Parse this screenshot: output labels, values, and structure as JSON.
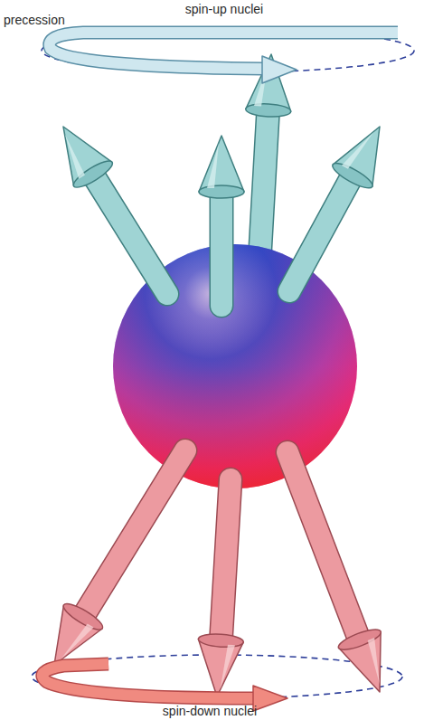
{
  "diagram": {
    "labels": [
      "precession",
      "spin-up nuclei",
      "spin-down nuclei"
    ]
  }
}
